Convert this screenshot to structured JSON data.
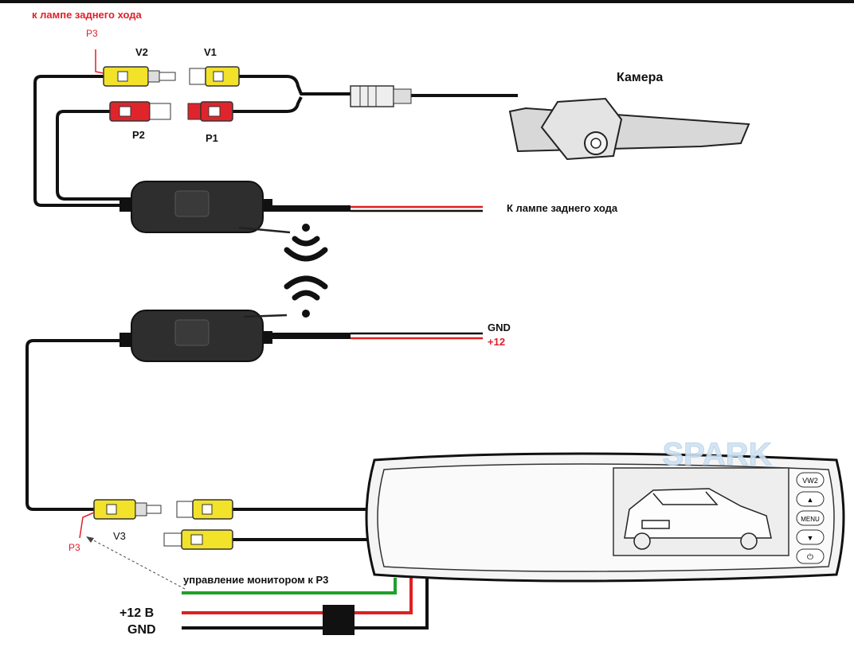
{
  "top_note": "к лампе заднего хода",
  "labels": {
    "p3_top": "P3",
    "v2": "V2",
    "v1": "V1",
    "p2": "P2",
    "p1": "P1",
    "camera": "Камера",
    "reverse_lamp": "К лампе заднего хода",
    "gnd_mid": "GND",
    "plus12_mid": "+12",
    "v3": "V3",
    "p3_bottom": "P3",
    "monitor_control": "управление монитором к P3",
    "plus12_bottom": "+12 В",
    "gnd_bottom": "GND"
  },
  "watermark": "SPARK",
  "monitor_buttons": [
    "VW2",
    "▲",
    "MENU",
    "▼",
    "⏻"
  ],
  "colors": {
    "red_label": "#e0202a",
    "wire_black": "#111111",
    "wire_red": "#e02020",
    "wire_green": "#1fa12a",
    "rca_yellow": "#f2e22a",
    "rca_red": "#e0242c"
  }
}
